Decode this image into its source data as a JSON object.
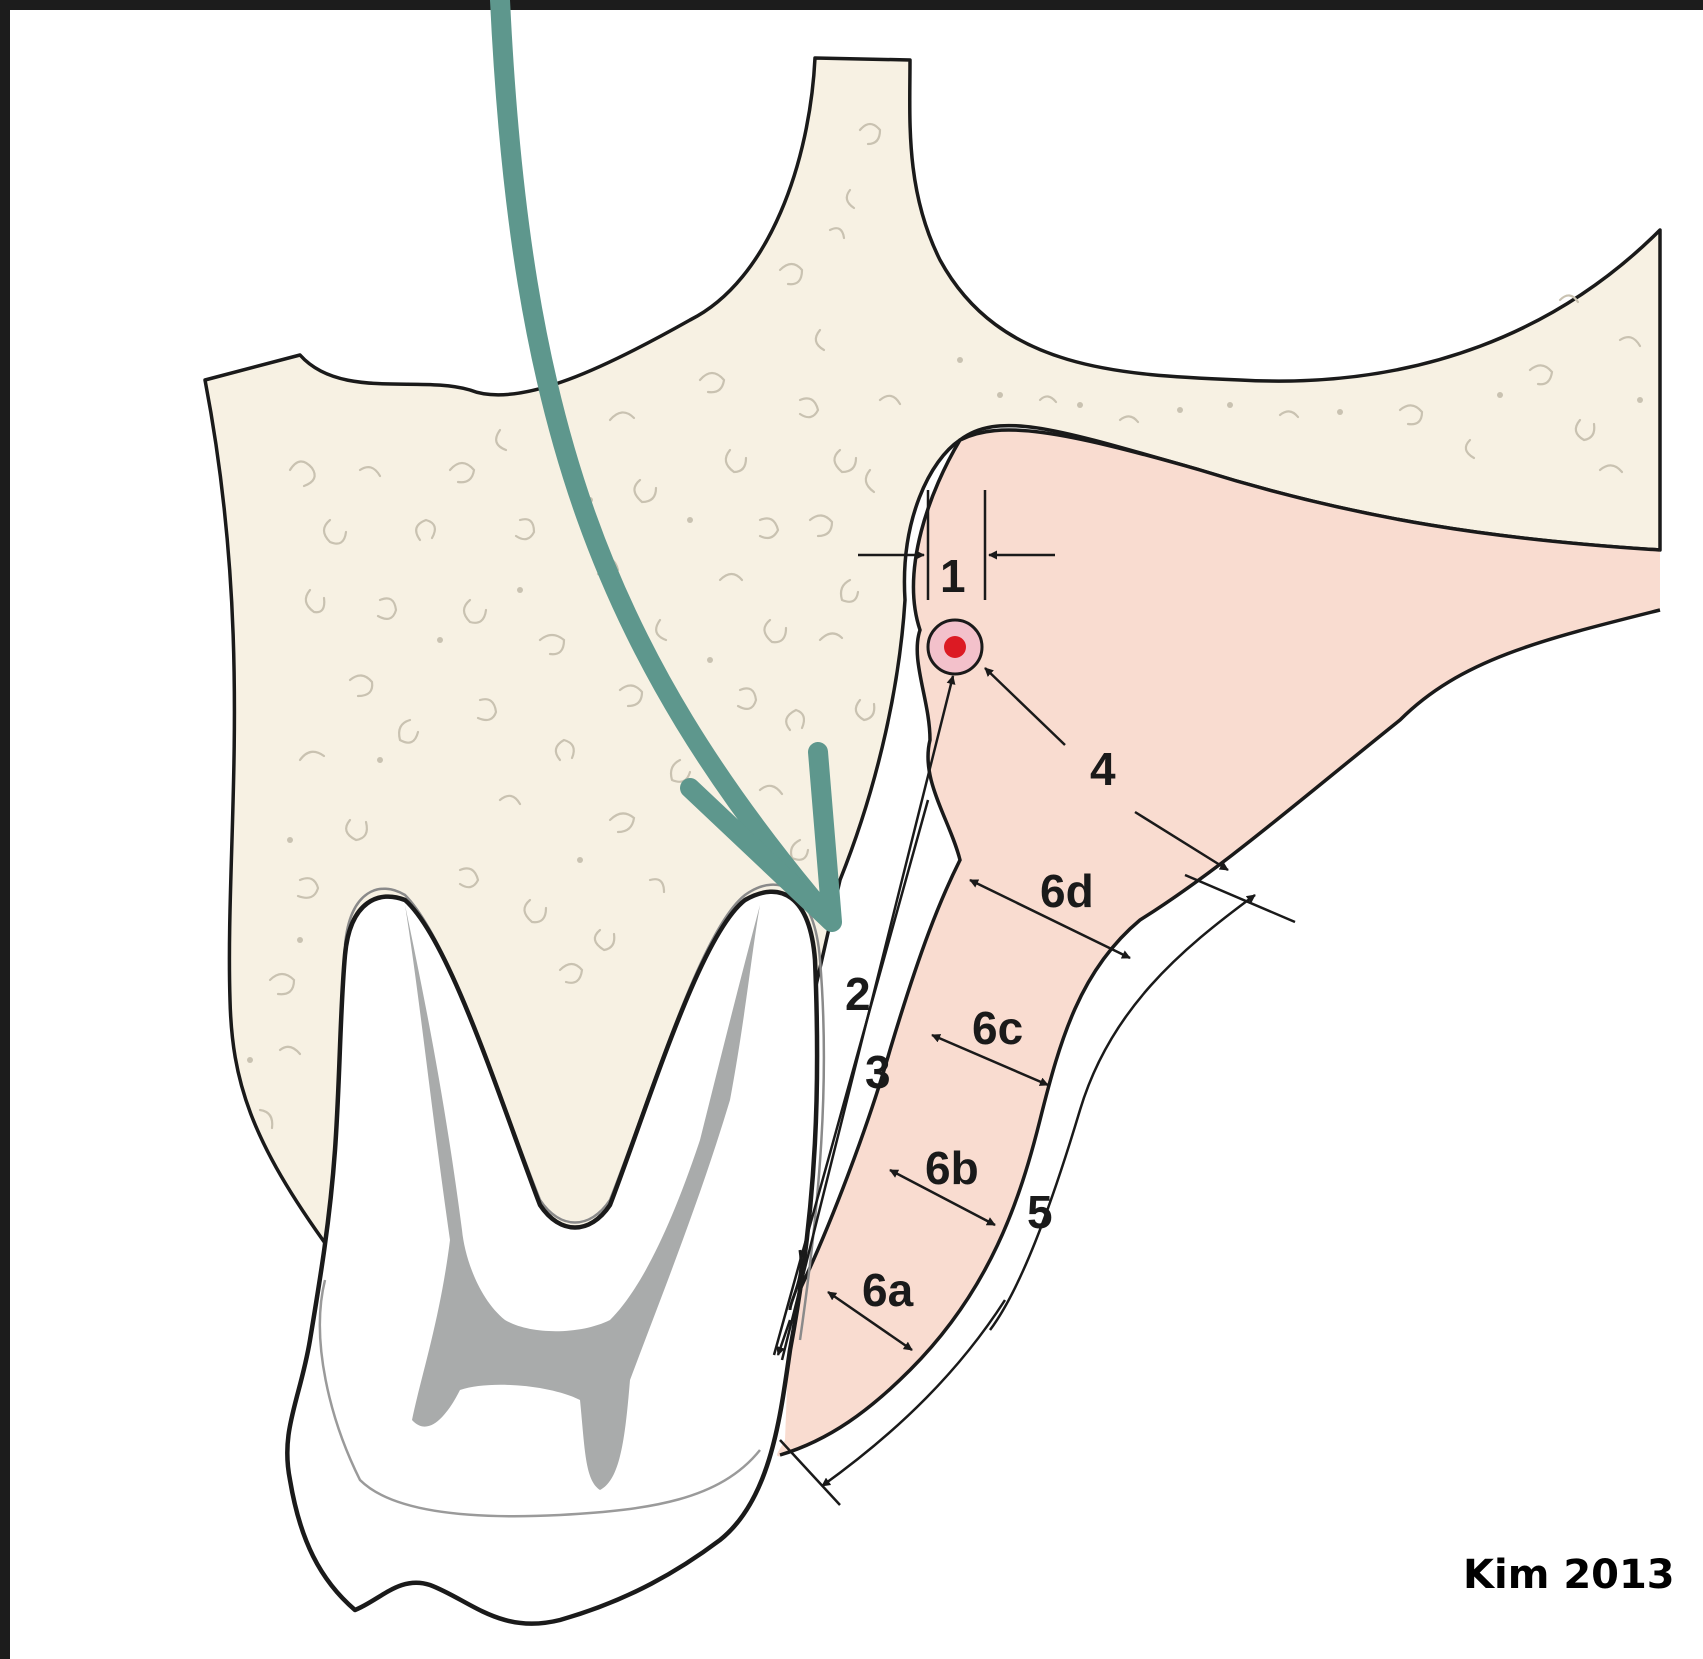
{
  "figure": {
    "credit": "Kim 2013",
    "labels": {
      "m1": "1",
      "m2": "2",
      "m3": "3",
      "m4": "4",
      "m5": "5",
      "m6a": "6a",
      "m6b": "6b",
      "m6c": "6c",
      "m6d": "6d"
    },
    "colors": {
      "bone_fill": "#f7f1e3",
      "soft_tissue_fill": "#f9dcd0",
      "pulp_fill": "#a9abab",
      "foramen_ring": "#f3c1cb",
      "foramen_core": "#dc1a23",
      "arrow_accent": "#5e978d",
      "outline": "#1a1a1a",
      "frame": "#1c1c1c",
      "canvas": "#ffffff"
    },
    "icons": [
      "curved-arrow-icon",
      "foramen-icon",
      "tooth-icon"
    ]
  }
}
